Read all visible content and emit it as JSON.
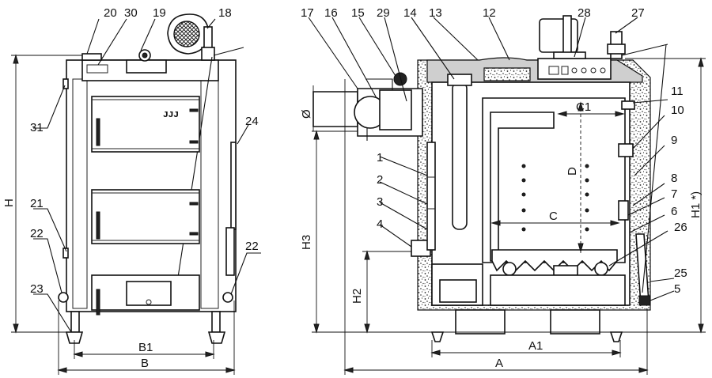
{
  "front_view": {
    "callouts": [
      "20",
      "30",
      "19",
      "18",
      "31",
      "21",
      "22",
      "23",
      "24",
      "22"
    ],
    "dimensions": {
      "height": "H",
      "inner_width": "B1",
      "width": "B"
    },
    "door_mark": "ᴊᴊᴊ"
  },
  "side_view": {
    "callouts": [
      "17",
      "16",
      "15",
      "29",
      "14",
      "13",
      "12",
      "28",
      "27",
      "11",
      "10",
      "9",
      "8",
      "7",
      "6",
      "26",
      "25",
      "5",
      "1",
      "2",
      "3",
      "4"
    ],
    "dimensions": {
      "flue_diameter": "Ø",
      "inner_depth": "C1",
      "chamber_depth": "C",
      "chamber_height": "D",
      "height_h1": "H1 *)",
      "height_h2": "H2",
      "height_h3": "H3",
      "base_length": "A1",
      "total_length": "A"
    }
  }
}
